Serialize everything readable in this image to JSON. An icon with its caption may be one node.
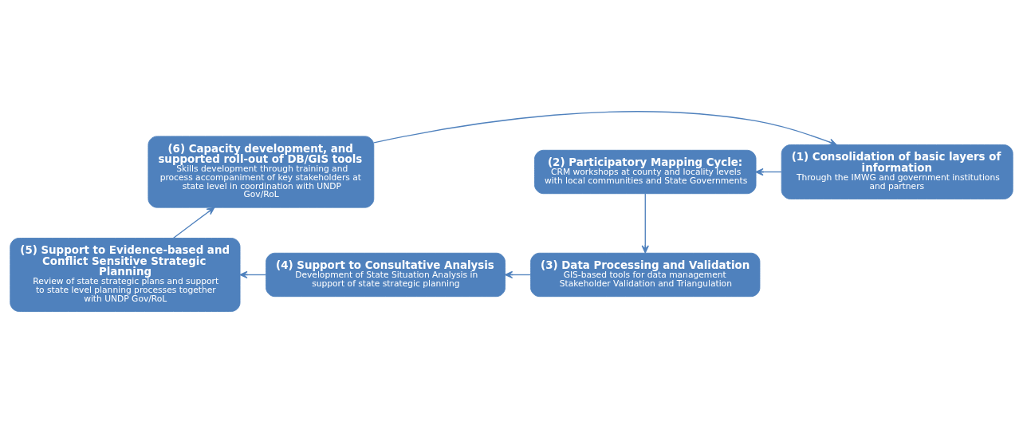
{
  "diagram": {
    "nodes": [
      {
        "text": [
          "(1) Consolidation of basic layers of information",
          "Through the IMWG and government institutions and partners"
        ]
      },
      {
        "text": [
          "(2) Participatory Mapping Cycle:",
          "CRM workshops at county and locality levels with local communities and State Governments"
        ]
      },
      {
        "text": [
          "(3) Data Processing and Validation",
          "GIS-based tools for data management Stakeholder Validation and Triangulation"
        ]
      },
      {
        "text": [
          "(4) Support to Consultative Analysis",
          "Development of State Situation Analysis in support of state strategic planning"
        ]
      },
      {
        "text": [
          "(5) Support to Evidence-based and Conflict Sensitive Strategic Planning",
          "Review of state strategic plans and support to state level planning processes together with UNDP Gov/RoL"
        ]
      },
      {
        "text": [
          "(6) Capacity development, and supported roll-out of DB/GIS tools",
          "Skills development through training and process accompaniment of key stakeholders at state level in coordination with UNDP Gov/RoL"
        ]
      }
    ],
    "edges": [
      {
        "from": 0,
        "to": 1,
        "arrow": "to"
      },
      {
        "from": 1,
        "to": 2,
        "arrow": "to"
      },
      {
        "from": 2,
        "to": 3,
        "arrow": "to"
      },
      {
        "from": 3,
        "to": 4,
        "arrow": "to"
      },
      {
        "from": 4,
        "to": 5,
        "arrow": "to"
      },
      {
        "from": 5,
        "to": 0,
        "arrow": "to"
      }
    ]
  }
}
